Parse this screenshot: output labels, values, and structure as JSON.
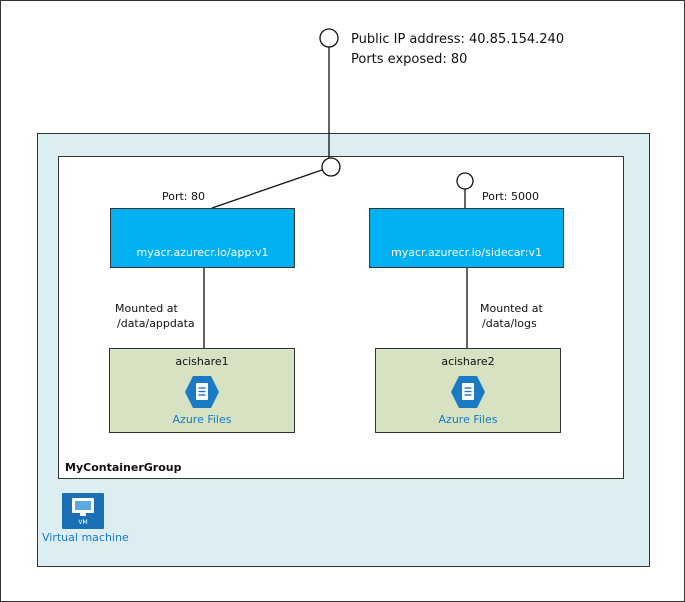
{
  "public_ip": {
    "line1": "Public IP address: 40.85.154.240",
    "line2": "Ports exposed: 80"
  },
  "containers": [
    {
      "port": "Port: 80",
      "image": "myacr.azurecr.io/app:v1",
      "mount_line1": "Mounted at",
      "mount_line2": "/data/appdata",
      "share": "acishare1",
      "share_type": "Azure Files"
    },
    {
      "port": "Port: 5000",
      "image": "myacr.azurecr.io/sidecar:v1",
      "mount_line1": "Mounted at",
      "mount_line2": "/data/logs",
      "share": "acishare2",
      "share_type": "Azure Files"
    }
  ],
  "group": {
    "label": "MyContainerGroup"
  },
  "vm": {
    "label": "Virtual machine",
    "badge": "VM"
  },
  "colors": {
    "container": "#00b0f0",
    "share": "#d6e2c2",
    "vm_area": "#ddeef3",
    "azure_blue": "#1a7ac4"
  }
}
